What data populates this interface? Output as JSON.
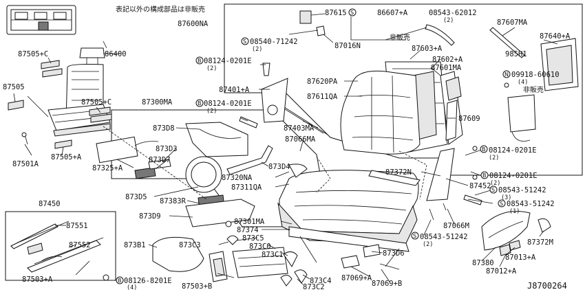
{
  "header_note": "表記以外の構成部品は非販売",
  "ref_code": "J8700264",
  "parts": {
    "p87600NA": "87600NA",
    "p87615": "87615",
    "p86607A": "86607+A",
    "p08543_62012": "08543-62012",
    "p08543_62012_q": "(2)",
    "p08540_71242": "08540-71242",
    "p08540_71242_q": "(2)",
    "p87016N": "87016N",
    "hihanbai1": "非販売",
    "p87607MA": "87607MA",
    "p87640A": "87640+A",
    "p985H1": "985H1",
    "p09918_60610": "09918-60610",
    "p09918_60610_q": "(4)",
    "hihanbai2": "非販売",
    "p87603A": "87603+A",
    "p87602A": "87602+A",
    "p87601MA": "87601MA",
    "p87620PA": "87620PA",
    "p87611QA": "87611QA",
    "p87609": "87609",
    "p87505C_a": "87505+C",
    "p86400": "86400",
    "p87505": "87505",
    "p87505C_b": "87505+C",
    "p87501A": "87501A",
    "p87505A": "87505+A",
    "p08124_0201E_a": "08124-0201E",
    "p08124_0201E_a_q": "(2)",
    "p87401A": "87401+A",
    "p08124_0201E_b": "08124-0201E",
    "p08124_0201E_b_q": "(2)",
    "p87403MA": "87403MA",
    "p87066MA": "87066MA",
    "p87300MA": "87300MA",
    "p873D8": "873D8",
    "p87325A": "87325+A",
    "p873D3": "873D3",
    "p873D7": "873D7",
    "p873D4": "873D4",
    "p87320NA": "87320NA",
    "p87311QA": "87311QA",
    "p873D5": "873D5",
    "p87383R": "87383R",
    "p873D9": "873D9",
    "p87372N": "87372N",
    "p87452": "87452",
    "p08124_0201E_c": "08124-0201E",
    "p08124_0201E_c_q": "(2)",
    "p08124_0201E_d": "08124-0201E",
    "p08124_0201E_d_q": "(2)",
    "p08543_51242_a": "08543-51242",
    "p08543_51242_a_q": "(3)",
    "p08543_51242_b": "08543-51242",
    "p08543_51242_b_q": "(1)",
    "p87066M": "87066M",
    "p87372M": "87372M",
    "p08543_51242_c": "08543-51242",
    "p08543_51242_c_q": "(2)",
    "p87301MA": "87301MA",
    "p87374": "87374",
    "p873C5": "873C5",
    "p873C0": "873C0",
    "p873C1": "873C1",
    "p873D6": "873D6",
    "p87450": "87450",
    "p87551": "87551",
    "p87552": "87552",
    "p87503A": "87503+A",
    "p08126_8201E": "08126-8201E",
    "p08126_8201E_q": "(4)",
    "p873B1": "873B1",
    "p873C3": "873C3",
    "p87503B": "87503+B",
    "p873C4": "873C4",
    "p873C2": "873C2",
    "p87069A": "87069+A",
    "p87069B": "87069+B",
    "p87380": "87380",
    "p87013A": "87013+A",
    "p87012A": "87012+A"
  },
  "circle_marks": {
    "S": "S",
    "B": "B",
    "N": "N"
  }
}
